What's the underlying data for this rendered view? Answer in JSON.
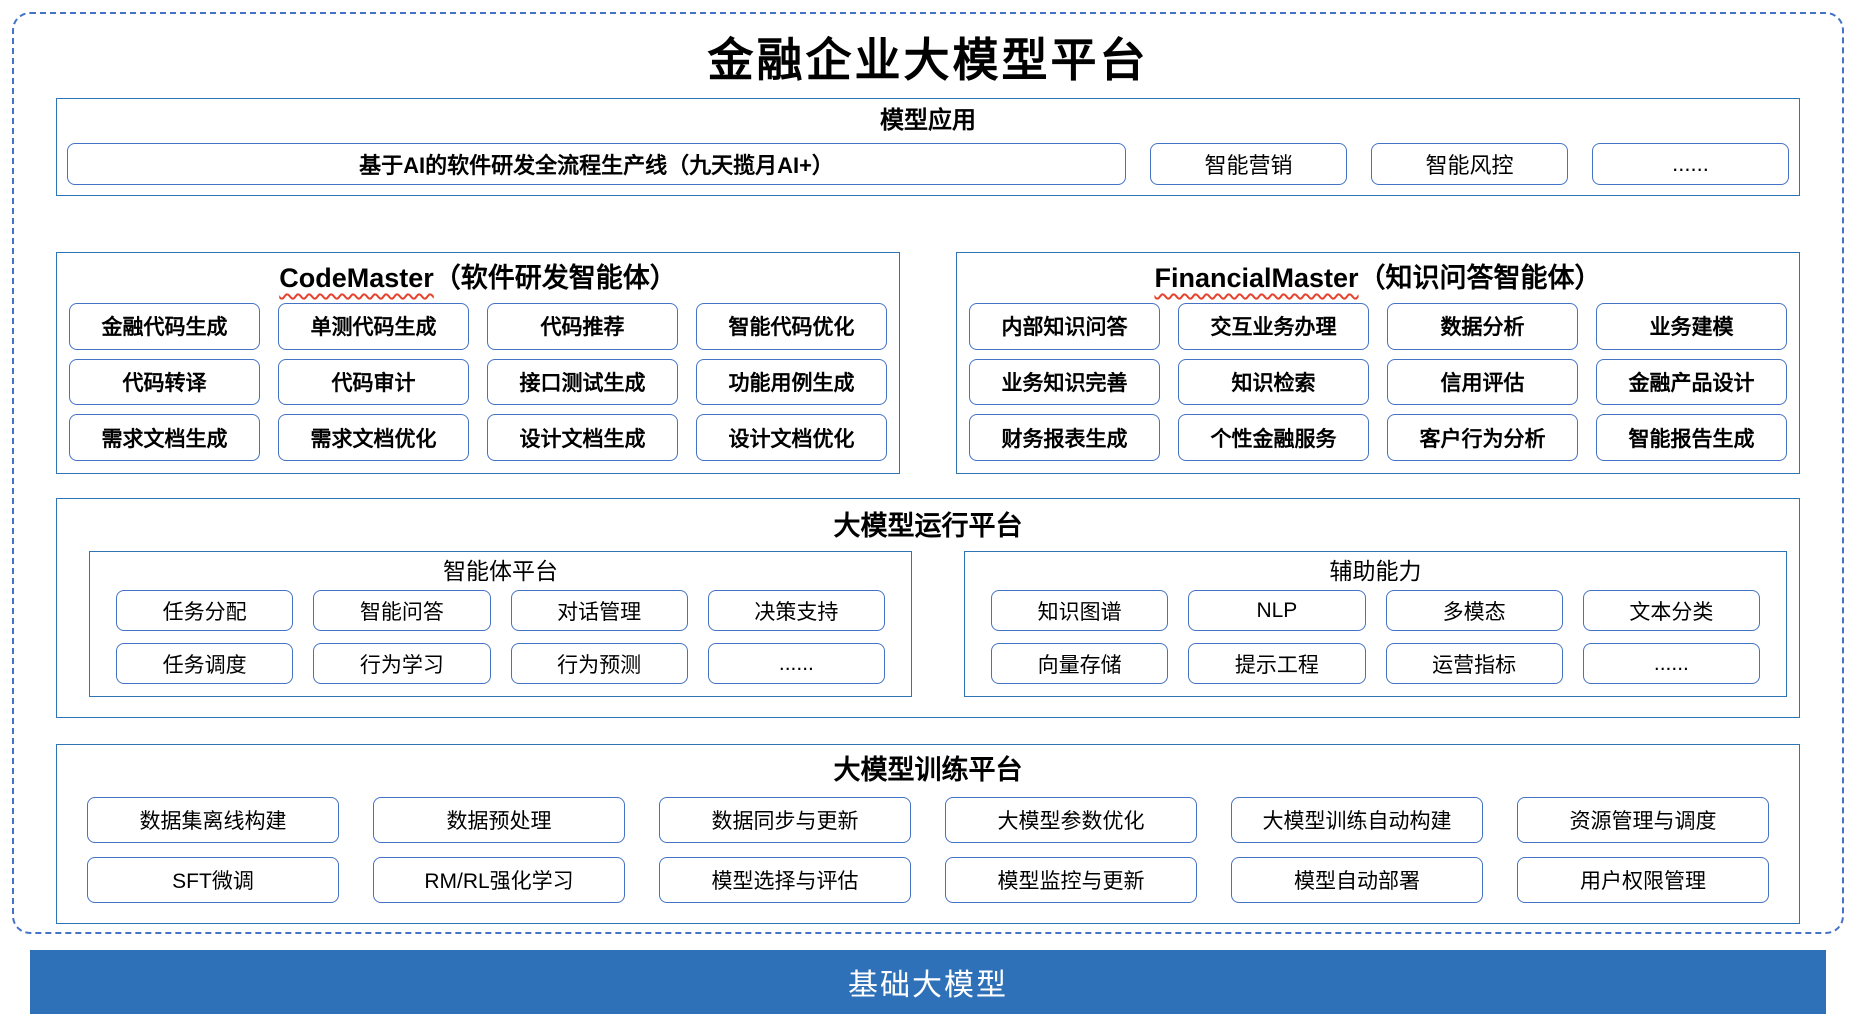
{
  "page": {
    "title": "金融企业大模型平台"
  },
  "colors": {
    "section_border": "#2E75B6",
    "item_border": "#4472C4",
    "frame_dash": "#4472C4",
    "footer_bg": "#2F71B8",
    "footer_text": "#FFFFFF",
    "squiggle": "#E5432E",
    "text": "#000000"
  },
  "sections": {
    "model_apps": {
      "title": "模型应用",
      "main_item": "基于AI的软件研发全流程生产线（九天揽月AI+）",
      "items": [
        "智能营销",
        "智能风控",
        "......"
      ]
    },
    "code_master": {
      "title_en": "CodeMaster",
      "title_zh": "（软件研发智能体）",
      "items": [
        "金融代码生成",
        "单测代码生成",
        "代码推荐",
        "智能代码优化",
        "代码转译",
        "代码审计",
        "接口测试生成",
        "功能用例生成",
        "需求文档生成",
        "需求文档优化",
        "设计文档生成",
        "设计文档优化"
      ]
    },
    "financial_master": {
      "title_en": "FinancialMaster",
      "title_zh": "（知识问答智能体）",
      "items": [
        "内部知识问答",
        "交互业务办理",
        "数据分析",
        "业务建模",
        "业务知识完善",
        "知识检索",
        "信用评估",
        "金融产品设计",
        "财务报表生成",
        "个性金融服务",
        "客户行为分析",
        "智能报告生成"
      ]
    },
    "runtime_platform": {
      "title": "大模型运行平台",
      "agent_platform": {
        "title": "智能体平台",
        "items": [
          "任务分配",
          "智能问答",
          "对话管理",
          "决策支持",
          "任务调度",
          "行为学习",
          "行为预测",
          "......"
        ]
      },
      "aux_capabilities": {
        "title": "辅助能力",
        "items": [
          "知识图谱",
          "NLP",
          "多模态",
          "文本分类",
          "向量存储",
          "提示工程",
          "运营指标",
          "......"
        ]
      }
    },
    "training_platform": {
      "title": "大模型训练平台",
      "items": [
        "数据集离线构建",
        "数据预处理",
        "数据同步与更新",
        "大模型参数优化",
        "大模型训练自动构建",
        "资源管理与调度",
        "SFT微调",
        "RM/RL强化学习",
        "模型选择与评估",
        "模型监控与更新",
        "模型自动部署",
        "用户权限管理"
      ]
    },
    "foundation": {
      "title": "基础大模型"
    }
  }
}
